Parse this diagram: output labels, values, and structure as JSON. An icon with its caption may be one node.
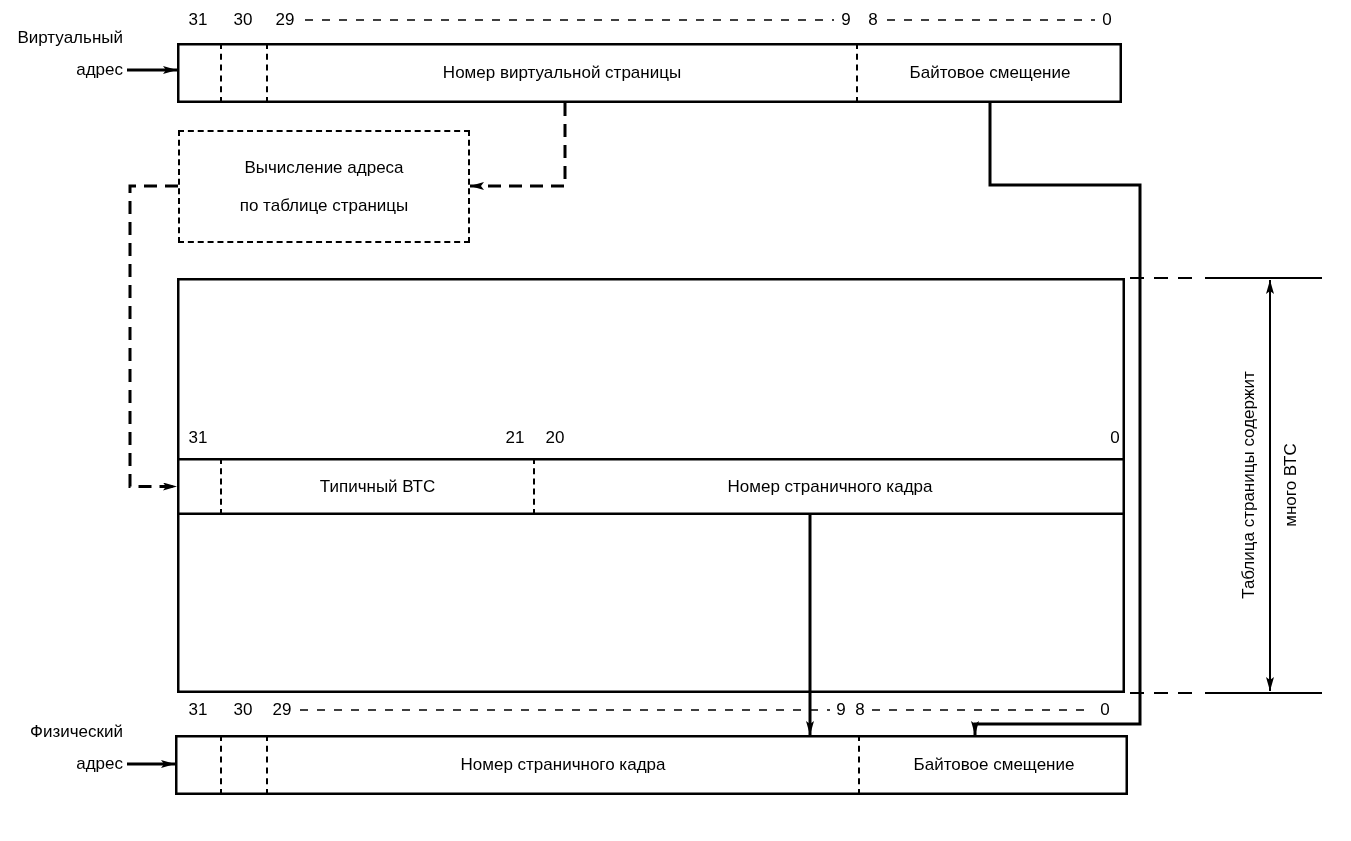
{
  "diagram": {
    "nodes": [
      {
        "text": [
          "Виртуальный адрес"
        ]
      },
      {
        "text": [],
        "shape": "box"
      },
      {
        "text": [],
        "shape": "box",
        "in": 1
      },
      {
        "text": [],
        "shape": "box",
        "in": 1
      },
      {
        "text": [
          "Номер виртуальной страницы"
        ],
        "in": 1
      },
      {
        "text": [
          "Байтовое смещение"
        ],
        "in": 1
      },
      {
        "text": [
          "Вычисление адреса по таблице страницы"
        ]
      },
      {
        "text": [],
        "shape": "box"
      },
      {
        "text": [],
        "shape": "box",
        "in": 7
      },
      {
        "text": [],
        "shape": "box",
        "in": 8
      },
      {
        "text": [
          "Типичный ВТС"
        ],
        "in": 8
      },
      {
        "text": [
          "Номер страничного кадра"
        ],
        "in": 8
      },
      {
        "text": [
          "Физический адрес"
        ]
      },
      {
        "text": [],
        "shape": "box"
      },
      {
        "text": [],
        "shape": "box",
        "in": 13
      },
      {
        "text": [],
        "shape": "box",
        "in": 13
      },
      {
        "text": [
          "Номер страничного кадра"
        ],
        "in": 13
      },
      {
        "text": [
          "Байтовое смещение"
        ],
        "in": 13
      }
    ],
    "edges": [
      {
        "from": 0,
        "to": 1,
        "arrow": "to"
      },
      {
        "from": 4,
        "to": 6,
        "arrow": "to",
        "style": "dashed"
      },
      {
        "from": 6,
        "to": 8,
        "arrow": "to",
        "style": "dashed"
      },
      {
        "from": 5,
        "to": 17,
        "arrow": "to"
      },
      {
        "from": 11,
        "to": 16,
        "arrow": "to"
      },
      {
        "from": 12,
        "to": 13,
        "arrow": "to"
      }
    ],
    "labels": [
      "31",
      "30",
      "29",
      "9",
      "8",
      "0",
      "Таблица страницы содержит много ВТС",
      "31",
      "21",
      "20",
      "0",
      "31",
      "30",
      "29",
      "9",
      "8",
      "0"
    ]
  }
}
